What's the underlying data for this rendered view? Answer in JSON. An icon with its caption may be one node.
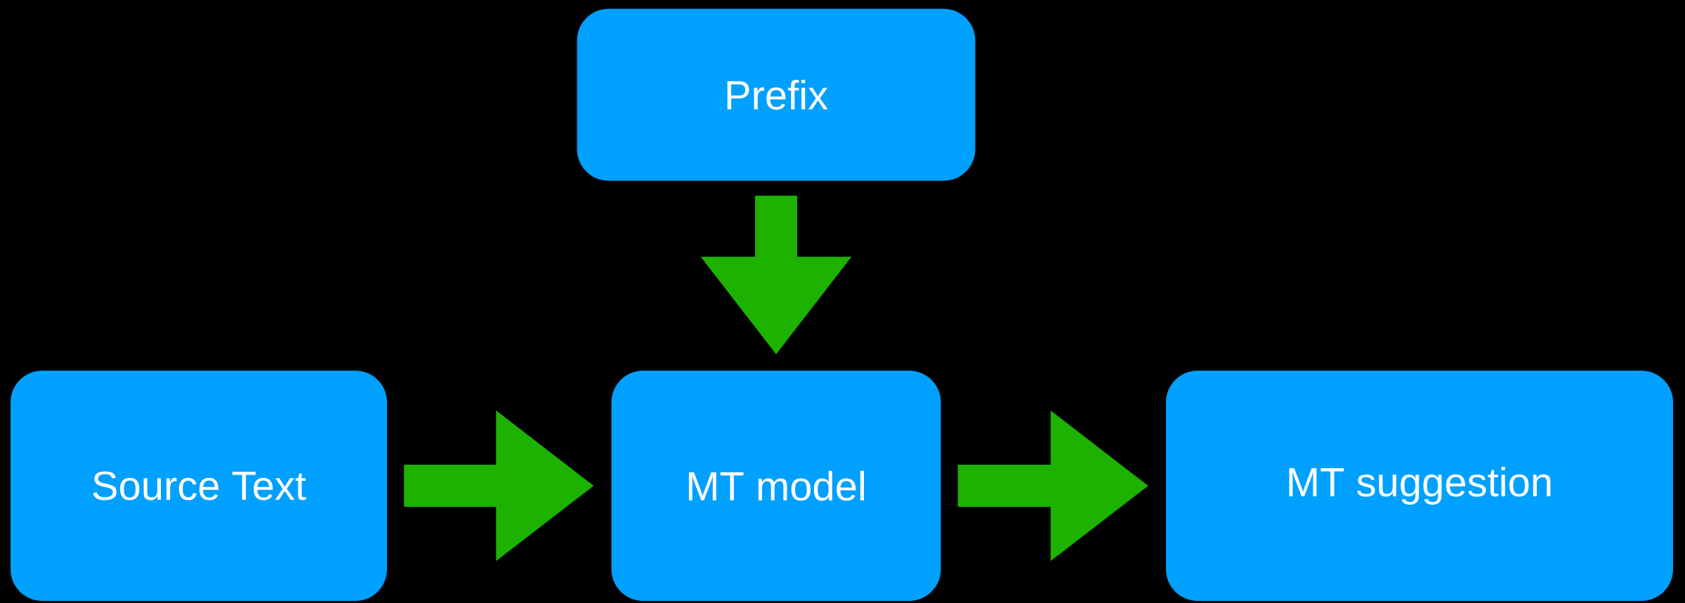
{
  "diagram": {
    "nodes": [
      {
        "text": [
          "Prefix"
        ]
      },
      {
        "text": [
          "Source Text"
        ]
      },
      {
        "text": [
          "MT model"
        ]
      },
      {
        "text": [
          "MT suggestion"
        ]
      }
    ],
    "edges": [
      {
        "from": 1,
        "to": 2,
        "arrow": "to"
      },
      {
        "from": 0,
        "to": 2,
        "arrow": "to"
      },
      {
        "from": 2,
        "to": 3,
        "arrow": "to"
      }
    ]
  }
}
